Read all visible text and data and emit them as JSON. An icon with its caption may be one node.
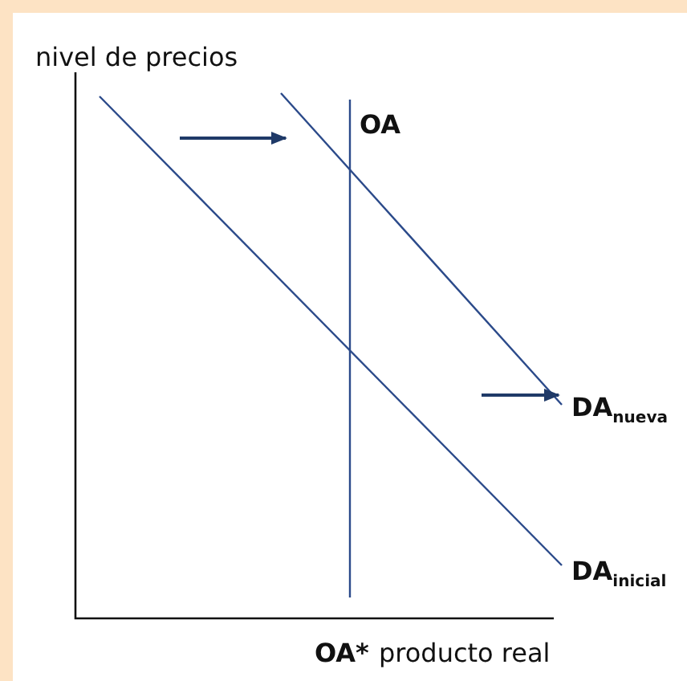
{
  "diagram": {
    "labels": [
      "nivel de precios",
      "OA",
      "DA$_{nueva}$",
      "DA$_{inicial}$",
      "OA*",
      "producto real"
    ]
  }
}
